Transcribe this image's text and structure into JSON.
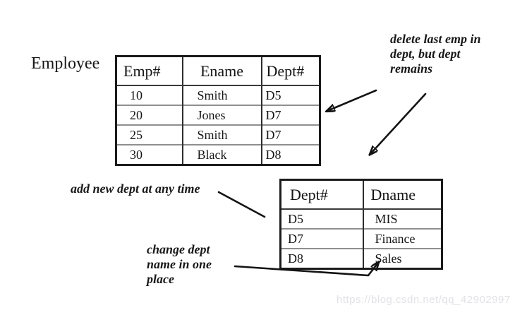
{
  "employee_table": {
    "label": "Employee",
    "headers": [
      "Emp#",
      "Ename",
      "Dept#"
    ],
    "rows": [
      [
        "10",
        "Smith",
        "D5"
      ],
      [
        "20",
        "Jones",
        "D7"
      ],
      [
        "25",
        "Smith",
        "D7"
      ],
      [
        "30",
        "Black",
        "D8"
      ]
    ]
  },
  "dept_table": {
    "headers": [
      "Dept#",
      "Dname"
    ],
    "rows": [
      [
        "D5",
        "MIS"
      ],
      [
        "D7",
        "Finance"
      ],
      [
        "D8",
        "Sales"
      ]
    ]
  },
  "annotations": {
    "delete_note": "delete last emp in dept, but dept remains",
    "add_note": "add new dept at any time",
    "change_note": "change dept name in one place"
  },
  "watermark": "https://blog.csdn.net/qq_42902997",
  "colors": {
    "background": "#ffffff",
    "ink": "#151515",
    "outer_border": "#1b1b1b",
    "row_separator": "#8f8f8f",
    "watermark_gray": "#e2e2e6"
  }
}
